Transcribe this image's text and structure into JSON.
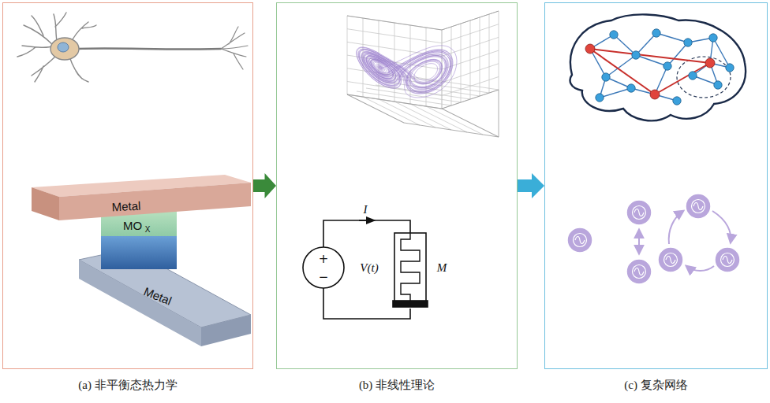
{
  "diagram": {
    "nodes": [
      {
        "text": [
          "(a) 非平衡态热力学"
        ]
      },
      {
        "text": [
          "(b) 非线性理论"
        ]
      },
      {
        "text": [
          "(c) 复杂网络"
        ]
      }
    ],
    "edges": [
      {
        "from": 0,
        "to": 1,
        "arrow": "to"
      },
      {
        "from": 1,
        "to": 2,
        "arrow": "to"
      }
    ],
    "labels": [
      "Metal",
      "MO",
      "X",
      "Metal",
      "I",
      "+",
      "−",
      "V(t)",
      "M"
    ]
  }
}
